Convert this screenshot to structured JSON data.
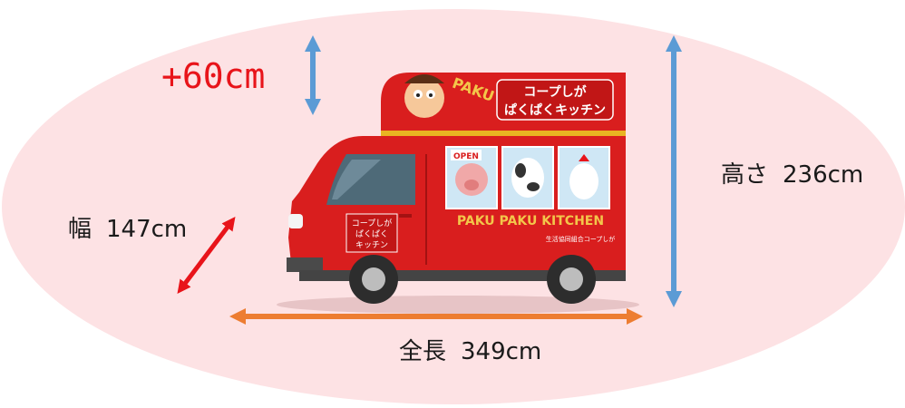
{
  "dimensions": {
    "extra_height": "+60cm",
    "height_label": "高さ",
    "height_value": "236cm",
    "width_label": "幅",
    "width_value": "147cm",
    "length_label": "全長",
    "length_value": "349cm"
  },
  "truck": {
    "sign_line1": "コープしが",
    "sign_line2": "ぱくぱくキッチン",
    "character_text": "PAKU",
    "banner": "PAKU PAKU KITCHEN",
    "open_sign": "OPEN",
    "door_logo_line1": "コープしが",
    "door_logo_line2": "ぱくぱく",
    "door_logo_line3": "キッチン",
    "company": "生活協同組合コープしが"
  },
  "colors": {
    "background_ellipse": "#fde2e4",
    "truck_red": "#d91e1e",
    "arrow_blue": "#5b9bd5",
    "arrow_red": "#e8141a",
    "arrow_orange": "#ed7d31",
    "extra_label": "#e8141a"
  }
}
